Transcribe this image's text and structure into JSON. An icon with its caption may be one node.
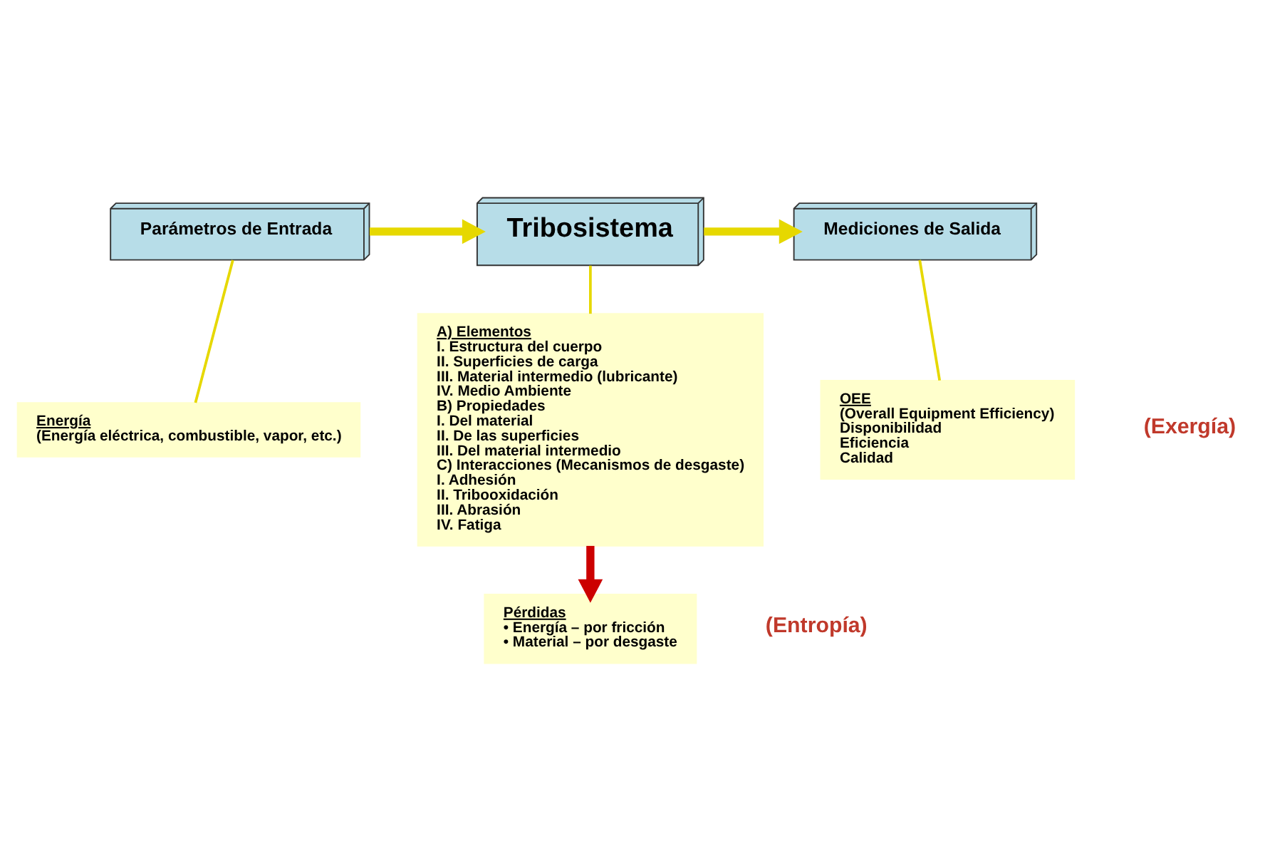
{
  "diagram": {
    "nodes": [
      {
        "text": [
          "Parámetros de Entrada"
        ]
      },
      {
        "text": [
          "Tribosistema"
        ]
      },
      {
        "text": [
          "Mediciones de Salida"
        ]
      },
      {
        "text": [
          "Energía",
          "(Energía eléctrica, combustible, vapor, etc.)"
        ]
      },
      {
        "text": [
          "A) Elementos",
          "I. Estructura del cuerpo",
          "II. Superficies de carga",
          "III. Material intermedio (lubricante)",
          "IV. Medio Ambiente",
          "B) Propiedades",
          "I. Del material",
          "II. De las superficies",
          "III. Del material intermedio",
          "C) Interacciones (Mecanismos de desgaste)",
          "I. Adhesión",
          "II. Tribooxidación",
          "III. Abrasión",
          "IV. Fatiga"
        ]
      },
      {
        "text": [
          "OEE",
          "(Overall Equipment Efficiency)",
          "Disponibilidad",
          "Eficiencia",
          "Calidad"
        ],
        "beside": [
          "(Exergía)"
        ]
      },
      {
        "text": [
          "Pérdidas",
          "• Energía – por fricción",
          "• Material – por desgaste"
        ],
        "beside": [
          "(Entropía)"
        ]
      }
    ],
    "edges": [
      {
        "from": 0,
        "to": 1,
        "arrow": "to",
        "style": "thick"
      },
      {
        "from": 1,
        "to": 2,
        "arrow": "to",
        "style": "thick"
      },
      {
        "from": 0,
        "to": 3,
        "arrow": "none"
      },
      {
        "from": 1,
        "to": 4,
        "arrow": "none"
      },
      {
        "from": 2,
        "to": 5,
        "arrow": "none"
      },
      {
        "from": 4,
        "to": 6,
        "arrow": "to",
        "style": "thick",
        "color": "#cc0000"
      }
    ]
  }
}
